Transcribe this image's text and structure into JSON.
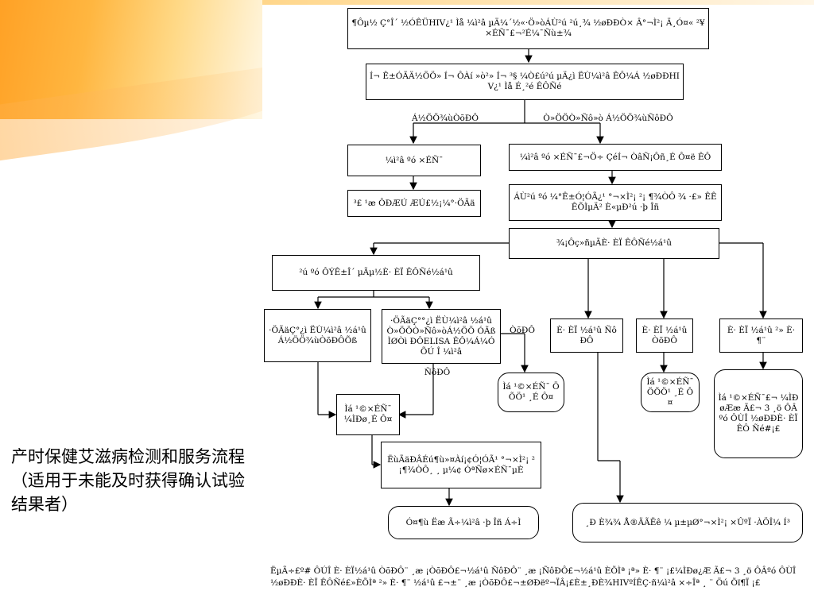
{
  "title": {
    "line1": "产时保健艾滋病检测和服务流程",
    "line2": "（适用于未能及时获得确认试验",
    "line3": "结果者）"
  },
  "flow": {
    "box_top": "¶Ôµ½ Ç°Î´ ½ÓÊÜHIV¿¹ Ìå ¼ì²â µÄ¼´½«·Ö»òÁÙ²ú ²ú¸¾ ½øÐÐÒ× Â°¬Ì²¡ Ä¸Ó¤« ²¥ ×ÉÑ¯£¬²É¼¯Ñù±¾",
    "box_second": "Í¬ Ê±ÓÃÄ½ÖÖ» Í¬ Ô­Àí »ò²» Í¬ ³§ ¼Ò£ú²ú µÄ¿ì ËÙ¼ì²â ÊÔ¼Á ½øÐÐHIV¿¹ Ìå É¸²é ÊÔÑé",
    "label_both_negative": "Á½ÖÖ¾ùÒõÐÔ",
    "label_one_or_both_positive": "Ò»ÖÖÒ»Ñô»ò Á½ÖÖ¾ùÑôÐÔ",
    "box_report_negative": "¼ì²â ºó ×ÉÑ¯",
    "box_routine_care": "³£ ¹æ ÔÐÆÚ ÆÚ£½¡¼°·ÖÃä",
    "box_report_positive": "¼ì²â ºó ×ÉÑ¯£¬Ö÷ ÇéÍ¬ ÒâÑ¡Ôñ¸É Ô¤ë ÊÔ",
    "box_arv_immediate": "ÁÙ²ú ºó ¼°Ê±Ó¦ÓÃ¿¹ °¬×Ì²¡ ²¡ ¶¾ÒÔ ¾ ·£» ÊÊÊÕÌµÄ² È«µÐ²ú ·þ Îñ",
    "box_sample_confirm": "¾¡Ôç»ñµÃÈ· ÈÏ ÊÔÑé½á¹û",
    "box_postpartum_retest": "²ú ºó ÔÝÊ±Î´ µÃµ½È· ÈÏ ÊÔÑé½á¹û",
    "box_repeat_negative": "·ÖÃäÇ°¿ì ËÙ¼ì²â ½á¹û Á½ÖÖ¾ùÒõÐÔÕß",
    "box_repeat_positive": "·ÖÃäÇ°°¿ì ËÙ¼ì²â ½á¹û Ò»ÖÖÒ»Ñô»òÁ½ÖÖ ÓÃß ÌØÒì ÐÔELISA ÊÔ¼Á¼ÓÕÚ Î ¼ì²â",
    "label_yinxing": "ÒõÐÔ",
    "label_yangxing": "ÑôÐÔ",
    "box_confirm_yang": "È· ÈÏ ½á¹û Ñô ÐÔ",
    "box_confirm_yin": "È· ÈÏ ½á¹û ÒõÐÔ",
    "box_confirm_unknown": "È· ÈÏ ½á¹û ²» È· ¶¨",
    "box_advise_yin": "Ìá ¹©×ÉÑ¯ ÖÕÖ¹ ¸É Ô¤",
    "box_advise_yin2": "Ìá ¹©×ÉÑ¯ ÖÕÖ¹ ¸É Ô¤",
    "box_stop_arv": "Ìá ¹©×ÉÑ¯ ¼ÌÐø¸É Ô¤",
    "box_followup": "Ìá ¹©×ÉÑ¯£¬ ¼ÌÐøÆæ Ã£¬ 3 ¸ö ÔÂºó ÔÙÎ ½øÐÐÈ· ÈÏ ÊÔ Ñé#¡£",
    "box_infant": "ËùÃäÐÂÉú¶ù»¤Àí¡¢Ó¦ÓÃ¹ °¬×Ì²¡ ²¡¶¾ÒÔ¸ ¸ µ¼¢ ÓªÑø×ÉÑ¯µÈ",
    "box_infant_followup": "Ó¤¶ù Ëæ Ã÷¼ì²â ·þ Îñ Á÷Ì",
    "box_referral": "¸Ð È¾¾ Å®ÄÃËê ¼ µ±µØ°¬×Ì²¡ ×ÛºÏ ·ÀÖÎ¼ Í³"
  },
  "footnote": "ËµÃ÷£º# ÔÚÎ È· ÈÏ½á¹û ÒõÐÔ¨ ¸æ ¡ÒõÐÔ£¬½á¹û ÑôÐÔ¨ ¸æ ¡ÑôÐÔ£¬½á¹û ÈÕÌª ¡ª» È· ¶¨ ¡£¼ÌÐø¿Æ Ã£¬ 3 ¸ö ÔÂºó ÔÙÎ ½øÐÐÈ· ÈÏ ÊÔÑé£»ÈÕÌª ²» È· ¶¨ ½á¹û £¬±¨ ¸æ ¡ÒõÐÔ£¬±ØÐëº¬ÏÂ¡£È±¸ÐÈ¾HIVºÍÊÇ·ñ¼ì²â ×÷Îª ¸ ¨ Öú Õï¶Ï ¡£"
}
